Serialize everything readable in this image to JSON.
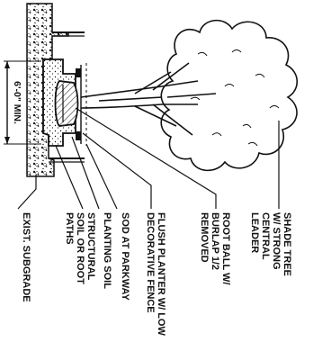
{
  "dimension": {
    "text": "6'-0\" MIN."
  },
  "labels": {
    "shade_tree": [
      "SHADE TREE",
      "W/ STRONG",
      "CENTRAL",
      "LEADER"
    ],
    "root_ball": [
      "ROOT BALL W/",
      "BURLAP 1/2",
      "REMOVED"
    ],
    "flush_planter": [
      "FLUSH PLANTER W/ LOW",
      "DECORATIVE FENCE"
    ],
    "sod": [
      "SOD AT PARKWAY"
    ],
    "planting_soil": [
      "PLANTING SOIL"
    ],
    "structural_soil": [
      "STRUCTURAL",
      "SOIL OR ROOT",
      "PATHS"
    ],
    "subgrade": [
      "EXIST. SUBGRADE"
    ]
  },
  "colors": {
    "ink": "#111111",
    "background": "#ffffff"
  }
}
